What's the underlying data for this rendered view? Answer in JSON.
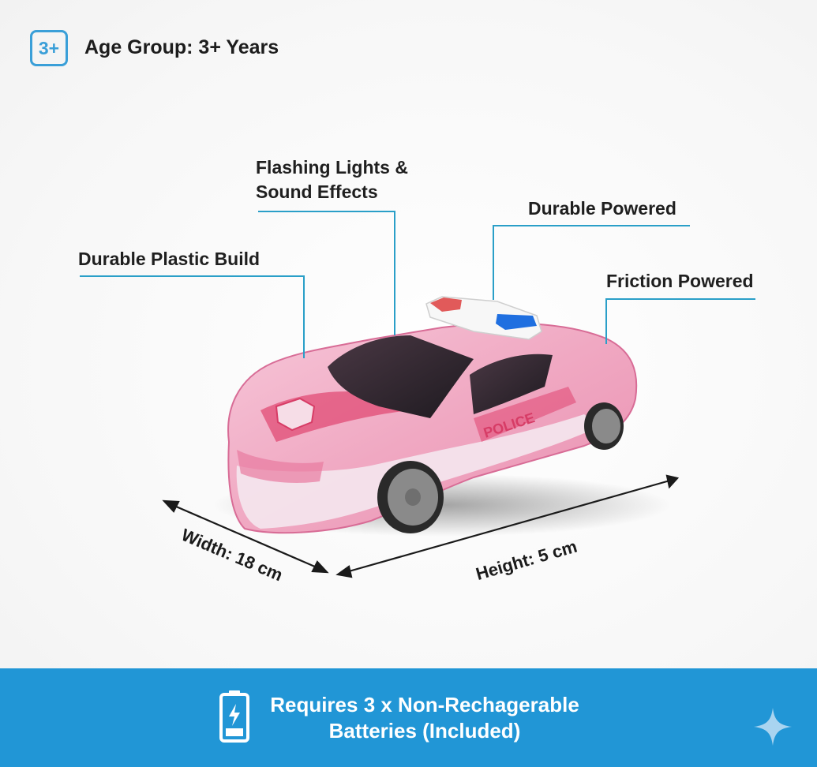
{
  "header": {
    "age_badge": "3+",
    "age_label": "Age Group: 3+ Years"
  },
  "features": [
    {
      "label": "Durable Plastic Build"
    },
    {
      "label": "Flashing Lights &\nSound Effects"
    },
    {
      "label": "Durable Powered"
    },
    {
      "label": "Friction Powered"
    }
  ],
  "dimensions": {
    "width_label": "Width: 18 cm",
    "height_label": "Height: 5 cm"
  },
  "product": {
    "name": "Police toy car",
    "door_text": "POLICE",
    "body_color": "#f2a7c3",
    "accent_color": "#e0446f",
    "siren_colors": [
      "#e15a5a",
      "#1f6fe0"
    ]
  },
  "footer": {
    "battery_text_line1": "Requires 3 x Non-Rechagerable",
    "battery_text_line2": "Batteries (Included)",
    "background_color": "#2196d6",
    "icons": [
      "battery-charging-icon",
      "sparkle-icon"
    ]
  },
  "colors": {
    "accent_blue": "#3a9fd8",
    "leader_line": "#2a9fc8",
    "text_dark": "#1d1d1d"
  }
}
